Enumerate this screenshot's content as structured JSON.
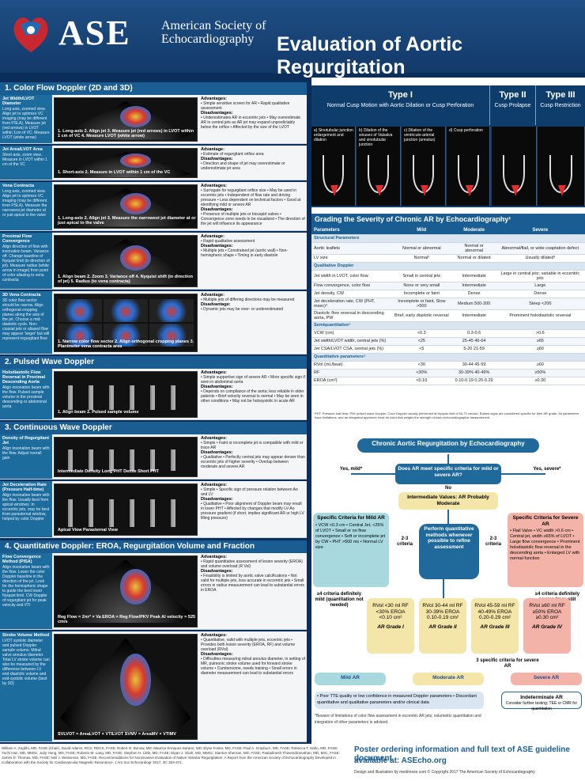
{
  "header": {
    "mark": "ASE",
    "org_line1": "American Society of",
    "org_line2": "Echocardiography",
    "title": "Evaluation of Aortic Regurgitation"
  },
  "left": {
    "sec_color": "1. Color Flow Doppler (2D and 3D)",
    "sec_pw": "2. Pulsed Wave Doppler",
    "sec_cw": "3. Continuous Wave Doppler",
    "sec_quant": "4. Quantitative Doppler: EROA, Regurgitation Volume and Fraction",
    "rows": [
      {
        "title": "Jet Width/LVOT Diameter",
        "body": "Long-axis, zoomed view. Align jet to optimize VC imaging (may be different from PSLA). Measure jet (red arrows) in LVOT within 1cm of VC. Measure LVOT (white arrow)",
        "caption": "1. Long-axis  2. Align jet  3. Measure jet (red arrows) in LVOT within 1 cm of VC  4. Measure LVOT (white arrow)",
        "adv": "Advantages:",
        "adv_items": "• Simple sensitive screen for AR • Rapid qualitative assessment",
        "dis": "Disadvantages:",
        "dis_items": "• Underestimates AR in eccentric jets • May overestimate AR in central jets as AR jet may expand unpredictably below the orifice • Affected by the size of the LVOT"
      },
      {
        "title": "Jet Area/LVOT Area",
        "body": "Short-axis, zoom view. Measure in LVOT within 1 cm of the VC",
        "caption": "1. Short-axis  2. Measure in LVOT within 1 cm of the VC",
        "adv": "Advantage:",
        "adv_items": "• Estimate of regurgitant orifice area",
        "dis": "Disadvantages:",
        "dis_items": "• Direction and shape of jet may overestimate or underestimate jet area"
      },
      {
        "title": "Vena Contracta",
        "body": "Long-axis, zoomed view. Align jet to optimize VC imaging (may be different from PSLA). Measure the narrowest jet diameter at or just apical to the valve",
        "caption": "1. Long-axis  2. Align jet  3. Measure the narrowest jet diameter at or just apical to the valve",
        "adv": "Advantages:",
        "adv_items": "• Surrogate for regurgitant orifice size • May be used in eccentric jets • Independent of flow rate and driving pressure • Less dependent on technical factors • Good at identifying mild or severe AR",
        "dis": "Disadvantages:",
        "dis_items": "• Presence of multiple jets or bicuspid valves • Convergence zone needs to be visualized • The direction of the jet will influence its appearance"
      },
      {
        "title": "Proximal Flow Convergence",
        "body": "Align direction of flow with insonation beam. Variance off. Change baseline of Nyquist limit (in direction of jet). Measure radius (white arrow in image) from point of color aliasing to vena contracta",
        "caption": "1. Align beam  2. Zoom  3. Variance off  4. Nyquist shift (in direction of jet)  5. Radius (to vena contracta)",
        "adv": "Advantage:",
        "adv_items": "• Rapid qualitative assessment",
        "dis": "Disadvantages:",
        "dis_items": "• Multiple jets • Constrained jet (aortic wall) • Non-hemispheric shape • Timing in early diastole"
      },
      {
        "title": "3D Vena Contracta",
        "body": "3D color flow sector should be narrow. Align orthogonal cropping planes along the axis of the jet. Choose a mid-diastolic cycle. Non-coaxial jets or aliased flow may appear 'larger' but will represent regurgitant flow",
        "caption": "1. Narrow color flow sector  2. Align orthogonal cropping planes  3. Planimeter vena contracta area",
        "adv": "Advantage:",
        "adv_items": "• Multiple jets of differing directions may be measured",
        "dis": "Disadvantage:",
        "dis_items": "• Dynamic jets may be over- or underestimated"
      },
      {
        "title": "Holodiastolic Flow Reversal in Proximal Descending Aorta",
        "body": "Align insonation beam with the flow. Pulsed sample volume in the proximal descending or abdominal aorta",
        "caption": "1. Align beam  2. Pulsed sample volume",
        "adv": "Advantages:",
        "adv_items": "• Simple supportive sign of severe AR • More specific sign if seen in abdominal aorta",
        "dis": "Disadvantages:",
        "dis_items": "• Depends on compliance of the aorta; less reliable in older patients • Brief velocity reversal is normal • May be seen in other conditions • May not be holosystolic in acute AR"
      },
      {
        "title": "Density of Regurgitant Jet",
        "body": "Align insonation beam with the flow. Adjust overall gain",
        "caption": "Intermediate Density Long PHT    Dense Short PHT",
        "adv": "Advantages:",
        "adv_items": "• Simple • Faint or incomplete jet is compatible with mild or trace AR",
        "dis": "Disadvantages:",
        "dis_items": "• Qualitative • Perfectly central jets may appear denser than eccentric jets of higher severity • Overlap between moderate and severe AR"
      },
      {
        "title": "Jet Deceleration Rate (Pressure Half-time)",
        "body": "Align insonation beam with the flow. Usually best from apical windows. In eccentric jets, may be best from parasternal window, helped by color Doppler",
        "caption": "Apical View    Parasternal View",
        "adv": "Advantages:",
        "adv_items": "• Simple • Specific sign of pressure relation between Ao and LV",
        "dis": "Disadvantages:",
        "dis_items": "• Qualitative • Poor alignment of Doppler beam may result in lower PHT • Affected by changes that modify LV-Ao pressure gradient (if short, implies significant AR or high LV filling pressure)"
      },
      {
        "title": "Flow Convergence Method (PISA)",
        "body": "Align insonation beam with the flow. Lower the color Doppler baseline in the direction of the jet. Look for the hemispheric shape to guide the best lower Nyquist limit. CW Doppler of regurgitant jet for peak velocity and VTI",
        "caption": "Reg Flow = 2πr² × Va   EROA = Reg Flow/PKV   Peak AI velocity = 525 cm/s",
        "adv": "Advantages:",
        "adv_items": "• Rapid quantitative assessment of lesion severity (EROA) and volume overload (R Vol)",
        "dis": "Disadvantages:",
        "dis_items": "• Feasibility is limited by aortic valve calcifications • Not valid for multiple jets, less accurate in eccentric jets • Small errors in radius measurement can lead to substantial errors in EROA"
      },
      {
        "title": "Stroke Volume Method",
        "body": "LVOT systolic diameter and pulsed Doppler sample volume. Mitral valve annulus diameter. Total LV stroke volume can also be measured by the difference between LV end-diastolic volume and end-systolic volume (best by 3D)",
        "caption": "SVLVOT = AreaLVOT × VTILVOT    SVMV = AreaMV × VTIMV",
        "adv": "Advantages:",
        "adv_items": "• Quantitative, valid with multiple jets, eccentric jets • Provides both lesion severity (EROA, RF) and volume overload (RVol)",
        "dis": "Disadvantages:",
        "dis_items": "• Difficulties measuring mitral annulus diameter, in setting of MR, pulmonic stroke volume used for forward stroke volume • Cumbersome, needs training • Small errors in diameter measurement can lead to substantial errors"
      }
    ]
  },
  "types": [
    {
      "name": "Type I",
      "sub": "Normal Cusp Motion with Aortic Dilation or Cusp Perforation"
    },
    {
      "name": "Type II",
      "sub": "Cusp Prolapse"
    },
    {
      "name": "Type III",
      "sub": "Cusp Restriction"
    }
  ],
  "type_panels": [
    {
      "label": "a) Sinotubular junction enlargement and dilation"
    },
    {
      "label": "b) Dilation of the sinuses of Valsalva and sinotubular junction"
    },
    {
      "label": "c) Dilation of the ventriculo-arterial junction (annulus)"
    },
    {
      "label": "d) Cusp perforation"
    },
    {
      "label": ""
    },
    {
      "label": ""
    }
  ],
  "grade": {
    "title": "Grading the Severity of Chronic AR by Echocardiography¹",
    "columns": [
      "Parameters",
      "Mild",
      "Moderate",
      "Severe"
    ],
    "rows": [
      {
        "type": "sub",
        "cells": [
          "Structural Parameters"
        ]
      },
      {
        "cells": [
          "Aortic leaflets",
          "Normal or abnormal",
          "Normal or abnormal",
          "Abnormal/flail, or wide coaptation defect"
        ]
      },
      {
        "cells": [
          "LV size",
          "Normal²",
          "Normal or dilated",
          "Usually dilated³"
        ]
      },
      {
        "type": "sub",
        "cells": [
          "Qualitative Doppler"
        ]
      },
      {
        "cells": [
          "Jet width in LVOT, color flow",
          "Small in central jets",
          "Intermediate",
          "Large in central jets; variable in eccentric jets"
        ]
      },
      {
        "cells": [
          "Flow convergence, color flow",
          "None or very small",
          "Intermediate",
          "Large"
        ]
      },
      {
        "cells": [
          "Jet density, CW",
          "Incomplete or faint",
          "Dense",
          "Dense"
        ]
      },
      {
        "cells": [
          "Jet deceleration rate, CW (PHT, msec)⁴",
          "Incomplete or faint, Slow >500",
          "Medium 500-200",
          "Steep <200"
        ]
      },
      {
        "cells": [
          "Diastolic flow reversal in descending aorta, PW",
          "Brief, early diastolic reversal",
          "Intermediate",
          "Prominent holodiastolic reversal"
        ]
      },
      {
        "type": "sub",
        "cells": [
          "Semiquantitative⁵"
        ]
      },
      {
        "cells": [
          "VCW (cm)",
          "<0.3",
          "0.3-0.6",
          ">0.6"
        ]
      },
      {
        "cells": [
          "Jet width/LVOT width, central jets (%)",
          "<25",
          "25-45    46-64",
          "≥65"
        ]
      },
      {
        "cells": [
          "Jet CSA/LVOT CSA, central jets (%)",
          "<5",
          "5-20    21-59",
          "≥60"
        ]
      },
      {
        "type": "sub",
        "cells": [
          "Quantitative parameters⁵"
        ]
      },
      {
        "cells": [
          "RVol (mL/beat)",
          "<30",
          "30-44    45-59",
          "≥60"
        ]
      },
      {
        "cells": [
          "RF",
          "<30%",
          "30-39%    40-49%",
          "≥50%"
        ]
      },
      {
        "cells": [
          "EROA (cm²)",
          "<0.10",
          "0.10-0.19    0.20-0.29",
          "≥0.30"
        ]
      }
    ],
    "notes": "PHT: Pressure half-time; PW: pulsed wave Doppler. Color Doppler usually performed at Nyquist limit of 50-70 cm/sec. Bolded signs are considered specific for their AR grade. All parameters have limitations, and an integrated approach must be used that weighs the strength of each echocardiographic measurement."
  },
  "flow": {
    "title": "Chronic Aortic Regurgitation by Echocardiography",
    "q": "Does AR meet specific criteria for mild or severe AR?",
    "yes_mild": "Yes, mild*",
    "yes_severe": "Yes, severe*",
    "no": "No",
    "inter": "Intermediate Values: AR Probably Moderate",
    "mild_title": "Specific Criteria for Mild AR",
    "mild_items": "• VCW <0.3 cm • Central Jet, <25% of LVOT • Small or no flow convergence • Soft or incomplete jet by CW • PHT >500 ms • Normal LV size",
    "center": "Perform quantitative methods whenever possible to refine assessment",
    "crit": "2-3 criteria",
    "severe_title": "Specific Criteria for Severe AR",
    "severe_items": "• Flail Valve • VC width >0.6 cm • Central jet, width ≥65% of LVOT • Large flow convergence • Prominent holodiastolic flow reversal in the descending aorta • Enlarged LV with normal function",
    "left_note": "≥4 criteria definitely mild (quantitation not needed)",
    "right_note": "≥4 criteria definitely severe (may still quantitate)",
    "g1": "RVol <30 ml  RF <30%  EROA <0.10 cm²",
    "g1t": "AR Grade I",
    "g2": "RVol 30-44 ml  RF 30-39%  EROA 0.10-0.19 cm²",
    "g2t": "AR Grade II",
    "g3": "RVol 45-59 ml  RF 40-49%  EROA 0.20-0.29 cm²",
    "g3t": "AR Grade III",
    "g4": "RVol ≥60 ml  RF ≥50%  EROA ≥0.30 cm²",
    "g4t": "AR Grade IV",
    "sev3": "3 specific criteria for severe AR",
    "mild_ar": "Mild AR",
    "mod_ar": "Moderate AR",
    "sev_ar": "Severe AR",
    "poor": "• Poor TTE quality or low confidence in measured Doppler parameters • Discordant quantitative and qualitative parameters and/or clinical data",
    "indet": "Indeterminate AR",
    "indet_sub": "Consider further testing: TEE or CMR for quantitation",
    "foot": "*Beware of limitations of color flow assessment in eccentric AR jets; volumetric quantitation and integration of other parameters is advised."
  },
  "footer": {
    "authors": "William A. Zoghbi, MD, FASE (Chair), David Adams, RCS, RDCS, FASE; Robert O. Bonow, MD; Maurice Enriquez-Sarano, MD; Elyse Foster, MD, FASE; Paul A. Grayburn, MD, FASE; Rebecca T. Hahn, MD, FASE; Yuchi Han, MD, MMSc; Judy Hung, MD, FASE; Roberto M. Lang, MD, FASE; Stephen H. Little, MD, FASE; Dipan J. Shah, MD, MMSc; Stanton Shernan, MD, FASE; Paaladinesh Thavendiranathan, MD, MSc, FASE; James D. Thomas, MD, FASE; Neil J. Weissman, MD, FASE. Recommendations for Noninvasive Evaluation of Native Valvular Regurgitation: A Report from the American Society of Echocardiography Developed in Collaboration with the Society for Cardiovascular Magnetic Resonance. J Am Soc Echocardiogr 2017; 30: 303-371.",
    "poster": "Poster ordering information and full text of ASE guideline document",
    "avail": "available at: ASEcho.org",
    "credit": "Design and illustration by medmovie.com   © Copyright 2017 The American Society of Echocardiography"
  }
}
